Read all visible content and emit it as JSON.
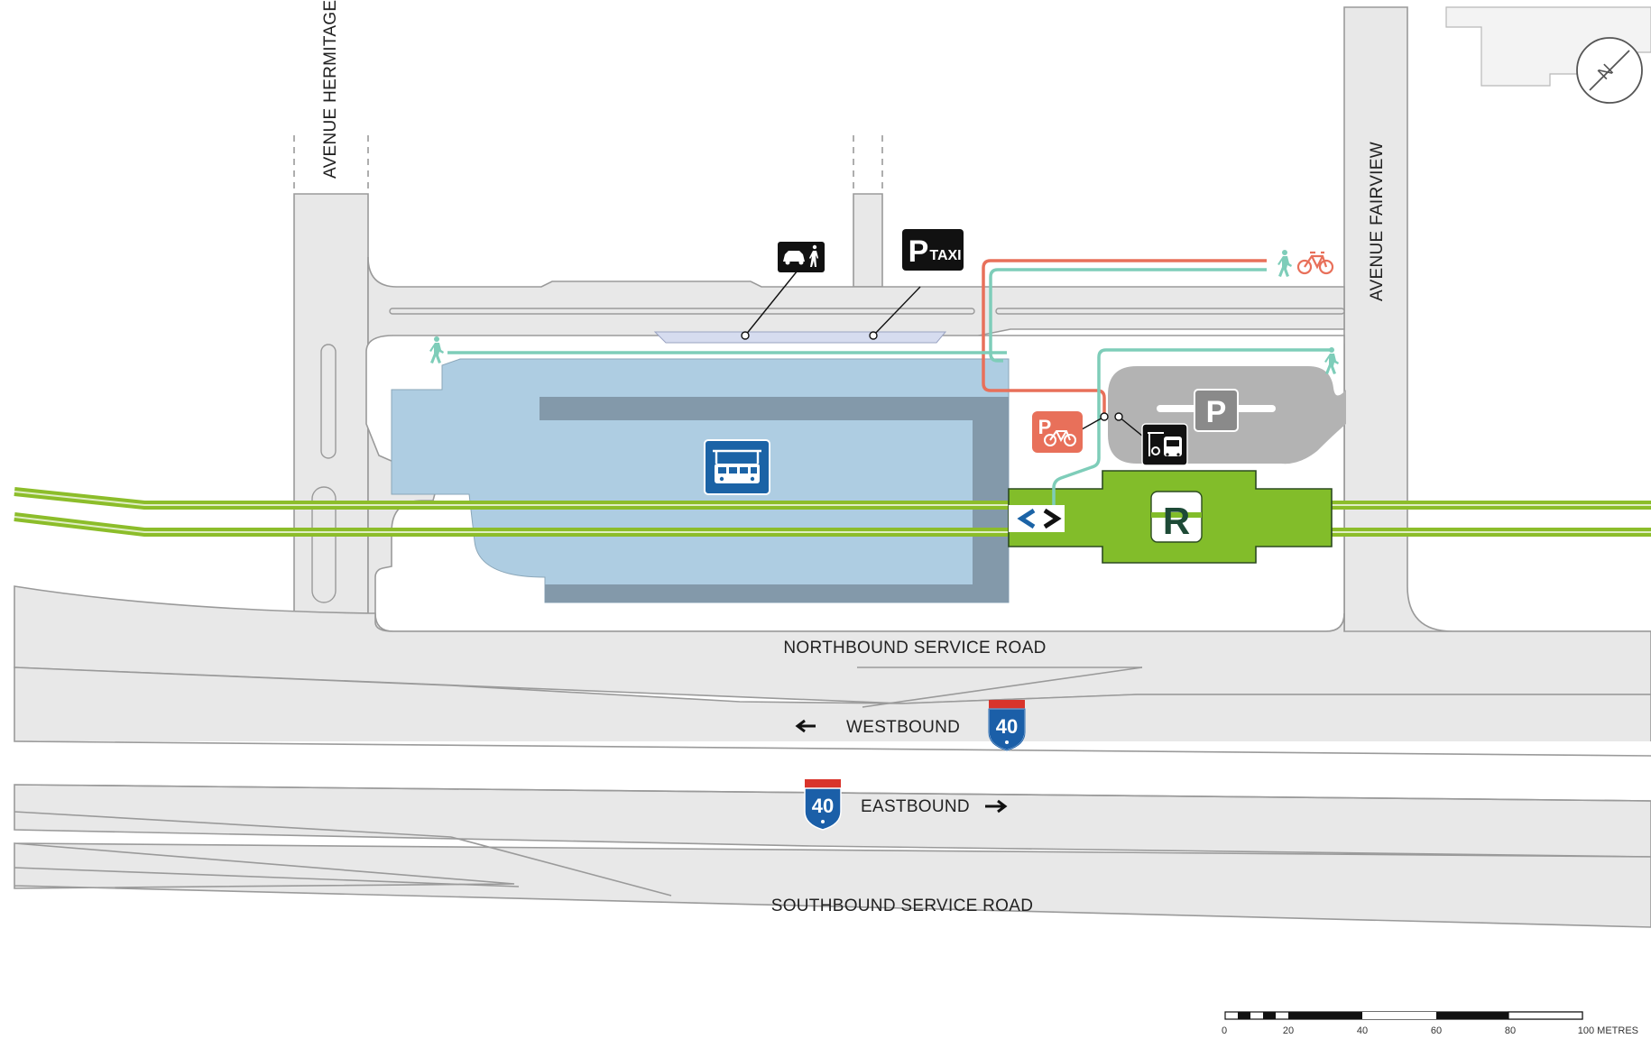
{
  "streets": {
    "hermitage": "AVENUE HERMITAGE",
    "fairview": "AVENUE FAIRVIEW",
    "northbound": "NORTHBOUND SERVICE ROAD",
    "westbound": "WESTBOUND",
    "eastbound": "EASTBOUND",
    "southbound": "SOUTHBOUND SERVICE ROAD"
  },
  "highway": {
    "number": "40"
  },
  "signs": {
    "taxi_p": "P",
    "taxi": "TAXI",
    "parking": "P",
    "bike_parking": "P",
    "station": "R"
  },
  "compass": {
    "letter": "N"
  },
  "scale": {
    "ticks": [
      "0",
      "20",
      "40",
      "60",
      "80",
      "100 METRES"
    ]
  },
  "colors": {
    "rail": "#8cbd2a",
    "station": "#82bd2a",
    "bus_terminal": "#aecde2",
    "bus_dark": "#8399aa",
    "pedestrian": "#7ecdb9",
    "cycling": "#e8705a",
    "bus_sign": "#1b63a6",
    "parking_grey": "#b3b3b3",
    "station_letter": "#1d4a36"
  }
}
